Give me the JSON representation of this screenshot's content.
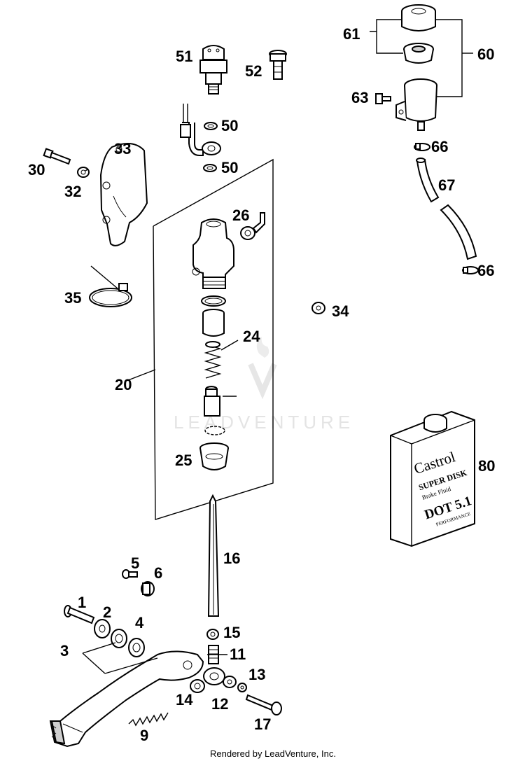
{
  "callouts": {
    "c1": "1",
    "c2": "2",
    "c3": "3",
    "c4": "4",
    "c5": "5",
    "c6": "6",
    "c9": "9",
    "c11": "11",
    "c12": "12",
    "c13": "13",
    "c14": "14",
    "c15": "15",
    "c16": "16",
    "c17": "17",
    "c20": "20",
    "c24": "24",
    "c25": "25",
    "c26": "26",
    "c30": "30",
    "c32": "32",
    "c33": "33",
    "c34": "34",
    "c35": "35",
    "c50a": "50",
    "c50b": "50",
    "c51": "51",
    "c52": "52",
    "c60": "60",
    "c61": "61",
    "c63": "63",
    "c66a": "66",
    "c66b": "66",
    "c67": "67",
    "c80": "80"
  },
  "bottle_label": {
    "brand": "Castrol",
    "product": "SUPER DISK",
    "subtitle": "Brake Fluid",
    "grade": "DOT 5.1",
    "tagline": "PERFORMANCE"
  },
  "watermark": "LEADVENTURE",
  "footer": "Rendered by LeadVenture, Inc."
}
